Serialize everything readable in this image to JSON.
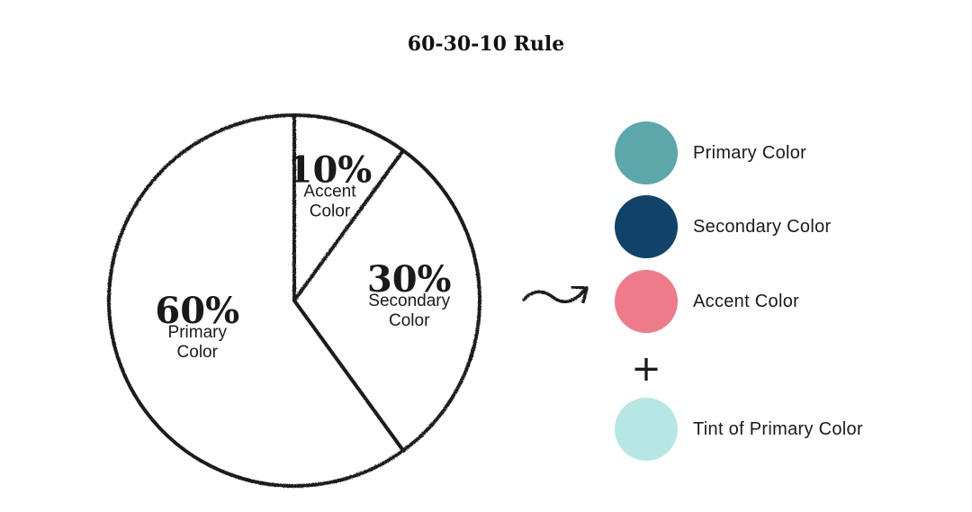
{
  "chart_data": {
    "type": "pie",
    "title": "60-30-10 Rule",
    "slices": [
      {
        "value": 60,
        "pct_label": "60%",
        "label_lines": [
          "Primary",
          "Color"
        ]
      },
      {
        "value": 10,
        "pct_label": "10%",
        "label_lines": [
          "Accent",
          "Color"
        ]
      },
      {
        "value": 30,
        "pct_label": "30%",
        "label_lines": [
          "Secondary",
          "Color"
        ]
      }
    ]
  },
  "legend": {
    "items": [
      {
        "label": "Primary Color",
        "color": "#5ba7a9"
      },
      {
        "label": "Secondary Color",
        "color": "#10426a"
      },
      {
        "label": "Accent Color",
        "color": "#ef7a89"
      },
      {
        "label": "Tint of Primary Color",
        "color": "#b6e7e4"
      }
    ],
    "plus_symbol": "+",
    "arrow_icon": "curved-arrow-icon"
  }
}
